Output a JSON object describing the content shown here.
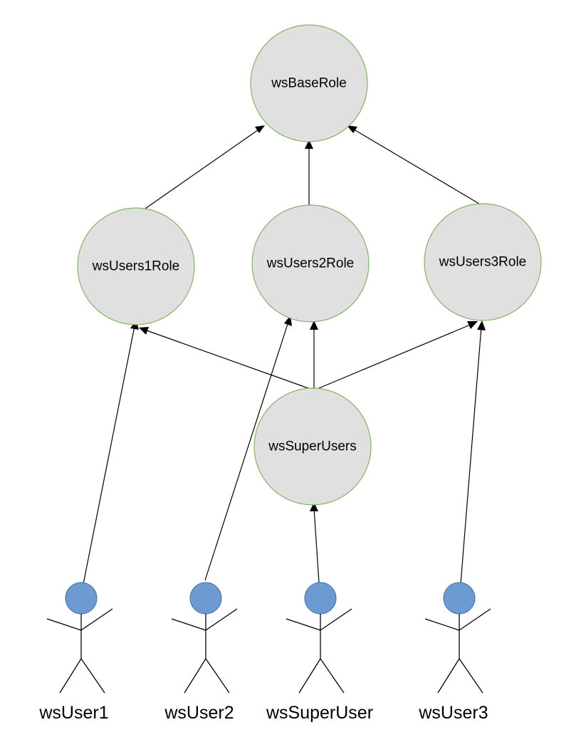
{
  "roles": {
    "base": {
      "label": "wsBaseRole"
    },
    "users1": {
      "label": "wsUsers1Role"
    },
    "users2": {
      "label": "wsUsers2Role"
    },
    "users3": {
      "label": "wsUsers3Role"
    },
    "superusers": {
      "label": "wsSuperUsers"
    }
  },
  "users": {
    "user1": {
      "label": "wsUser1"
    },
    "user2": {
      "label": "wsUser2"
    },
    "superuser": {
      "label": "wsSuperUser"
    },
    "user3": {
      "label": "wsUser3"
    }
  },
  "colors": {
    "role_fill": "#e0e0e0",
    "role_stroke": "#82b366",
    "actor_head": "#6c9bd2",
    "edge": "#000000"
  }
}
